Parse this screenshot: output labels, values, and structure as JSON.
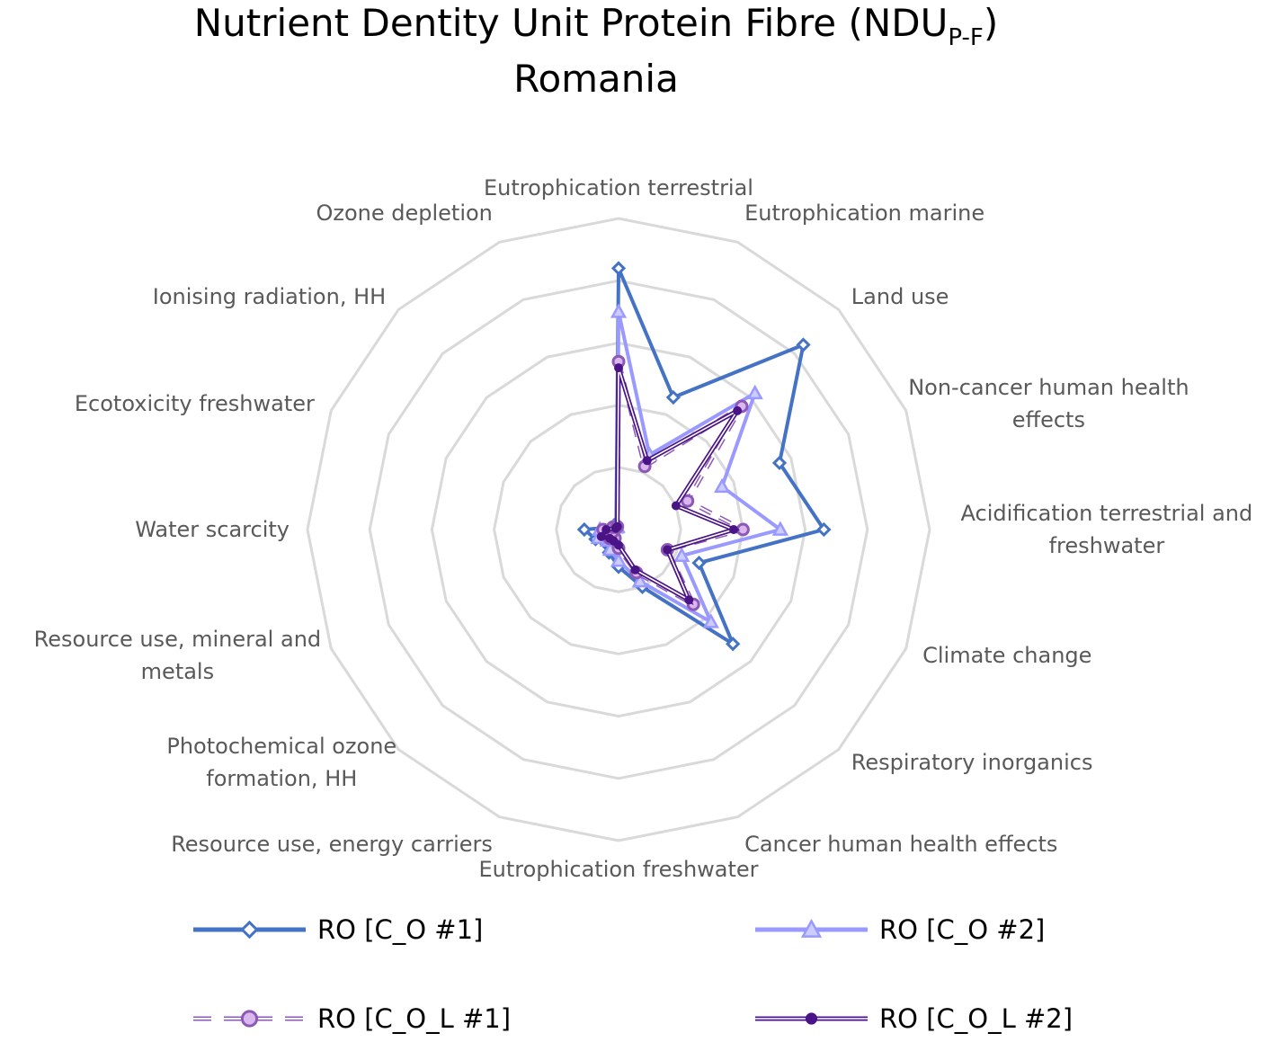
{
  "chart_data": {
    "type": "radar",
    "title": {
      "line1_main": "Nutrient Dentity Unit Protein Fibre (NDU",
      "line1_sub": "P-F",
      "line1_close": ")",
      "line2": "Romania"
    },
    "categories": [
      "Eutrophication terrestrial",
      "Eutrophication marine",
      "Land use",
      "Non-cancer human health effects",
      "Acidification terrestrial and freshwater",
      "Climate change",
      "Respiratory inorganics",
      "Cancer human health effects",
      "Eutrophication freshwater",
      "Resource use, energy carriers",
      "Photochemical ozone formation, HH",
      "Resource use, mineral and metals",
      "Water scarcity",
      "Ecotoxicity freshwater",
      "Ionising radiation, HH",
      "Ozone depletion"
    ],
    "category_lines": [
      [
        "Eutrophication terrestrial"
      ],
      [
        "Eutrophication marine"
      ],
      [
        "Land use"
      ],
      [
        "Non-cancer human health",
        "effects"
      ],
      [
        "Acidification terrestrial and",
        "freshwater"
      ],
      [
        "Climate change"
      ],
      [
        "Respiratory inorganics"
      ],
      [
        "Cancer human health effects"
      ],
      [
        "Eutrophication freshwater"
      ],
      [
        "Resource use, energy carriers"
      ],
      [
        "Photochemical ozone",
        "formation, HH"
      ],
      [
        "Resource use, mineral and",
        "metals"
      ],
      [
        "Water scarcity"
      ],
      [
        "Ecotoxicity freshwater"
      ],
      [
        "Ionising radiation, HH"
      ],
      [
        "Ozone depletion"
      ]
    ],
    "rings": 5,
    "range": [
      0,
      5
    ],
    "grid": true,
    "legend_position": "bottom",
    "series": [
      {
        "name": "RO [C_O #1]",
        "color": "#4472c4",
        "marker": "diamond",
        "values": [
          4.2,
          2.3,
          4.2,
          2.8,
          3.3,
          1.4,
          2.6,
          1.0,
          0.6,
          0.4,
          0.3,
          0.4,
          0.55,
          0.1,
          0.1,
          0.1
        ]
      },
      {
        "name": "RO [C_O #2]",
        "color": "#9999ff",
        "marker": "triangle",
        "values": [
          3.5,
          1.3,
          3.1,
          1.8,
          2.6,
          1.1,
          2.1,
          0.9,
          0.5,
          0.35,
          0.25,
          0.35,
          0.3,
          0.1,
          0.05,
          0.05
        ]
      },
      {
        "name": "RO [C_O_L #1]",
        "color": "#8e58b6",
        "marker": "circle",
        "values": [
          2.7,
          1.1,
          2.8,
          1.2,
          2.0,
          0.85,
          1.7,
          0.75,
          0.3,
          0.15,
          0.2,
          0.1,
          0.25,
          0.1,
          0.05,
          0.05
        ]
      },
      {
        "name": "RO [C_O_L #2]",
        "color": "#4a1486",
        "marker": "dot",
        "values": [
          2.6,
          1.2,
          2.7,
          1.0,
          1.85,
          0.85,
          1.6,
          0.7,
          0.25,
          0.2,
          0.2,
          0.3,
          0.2,
          0.05,
          0.05,
          0.05
        ]
      }
    ]
  }
}
